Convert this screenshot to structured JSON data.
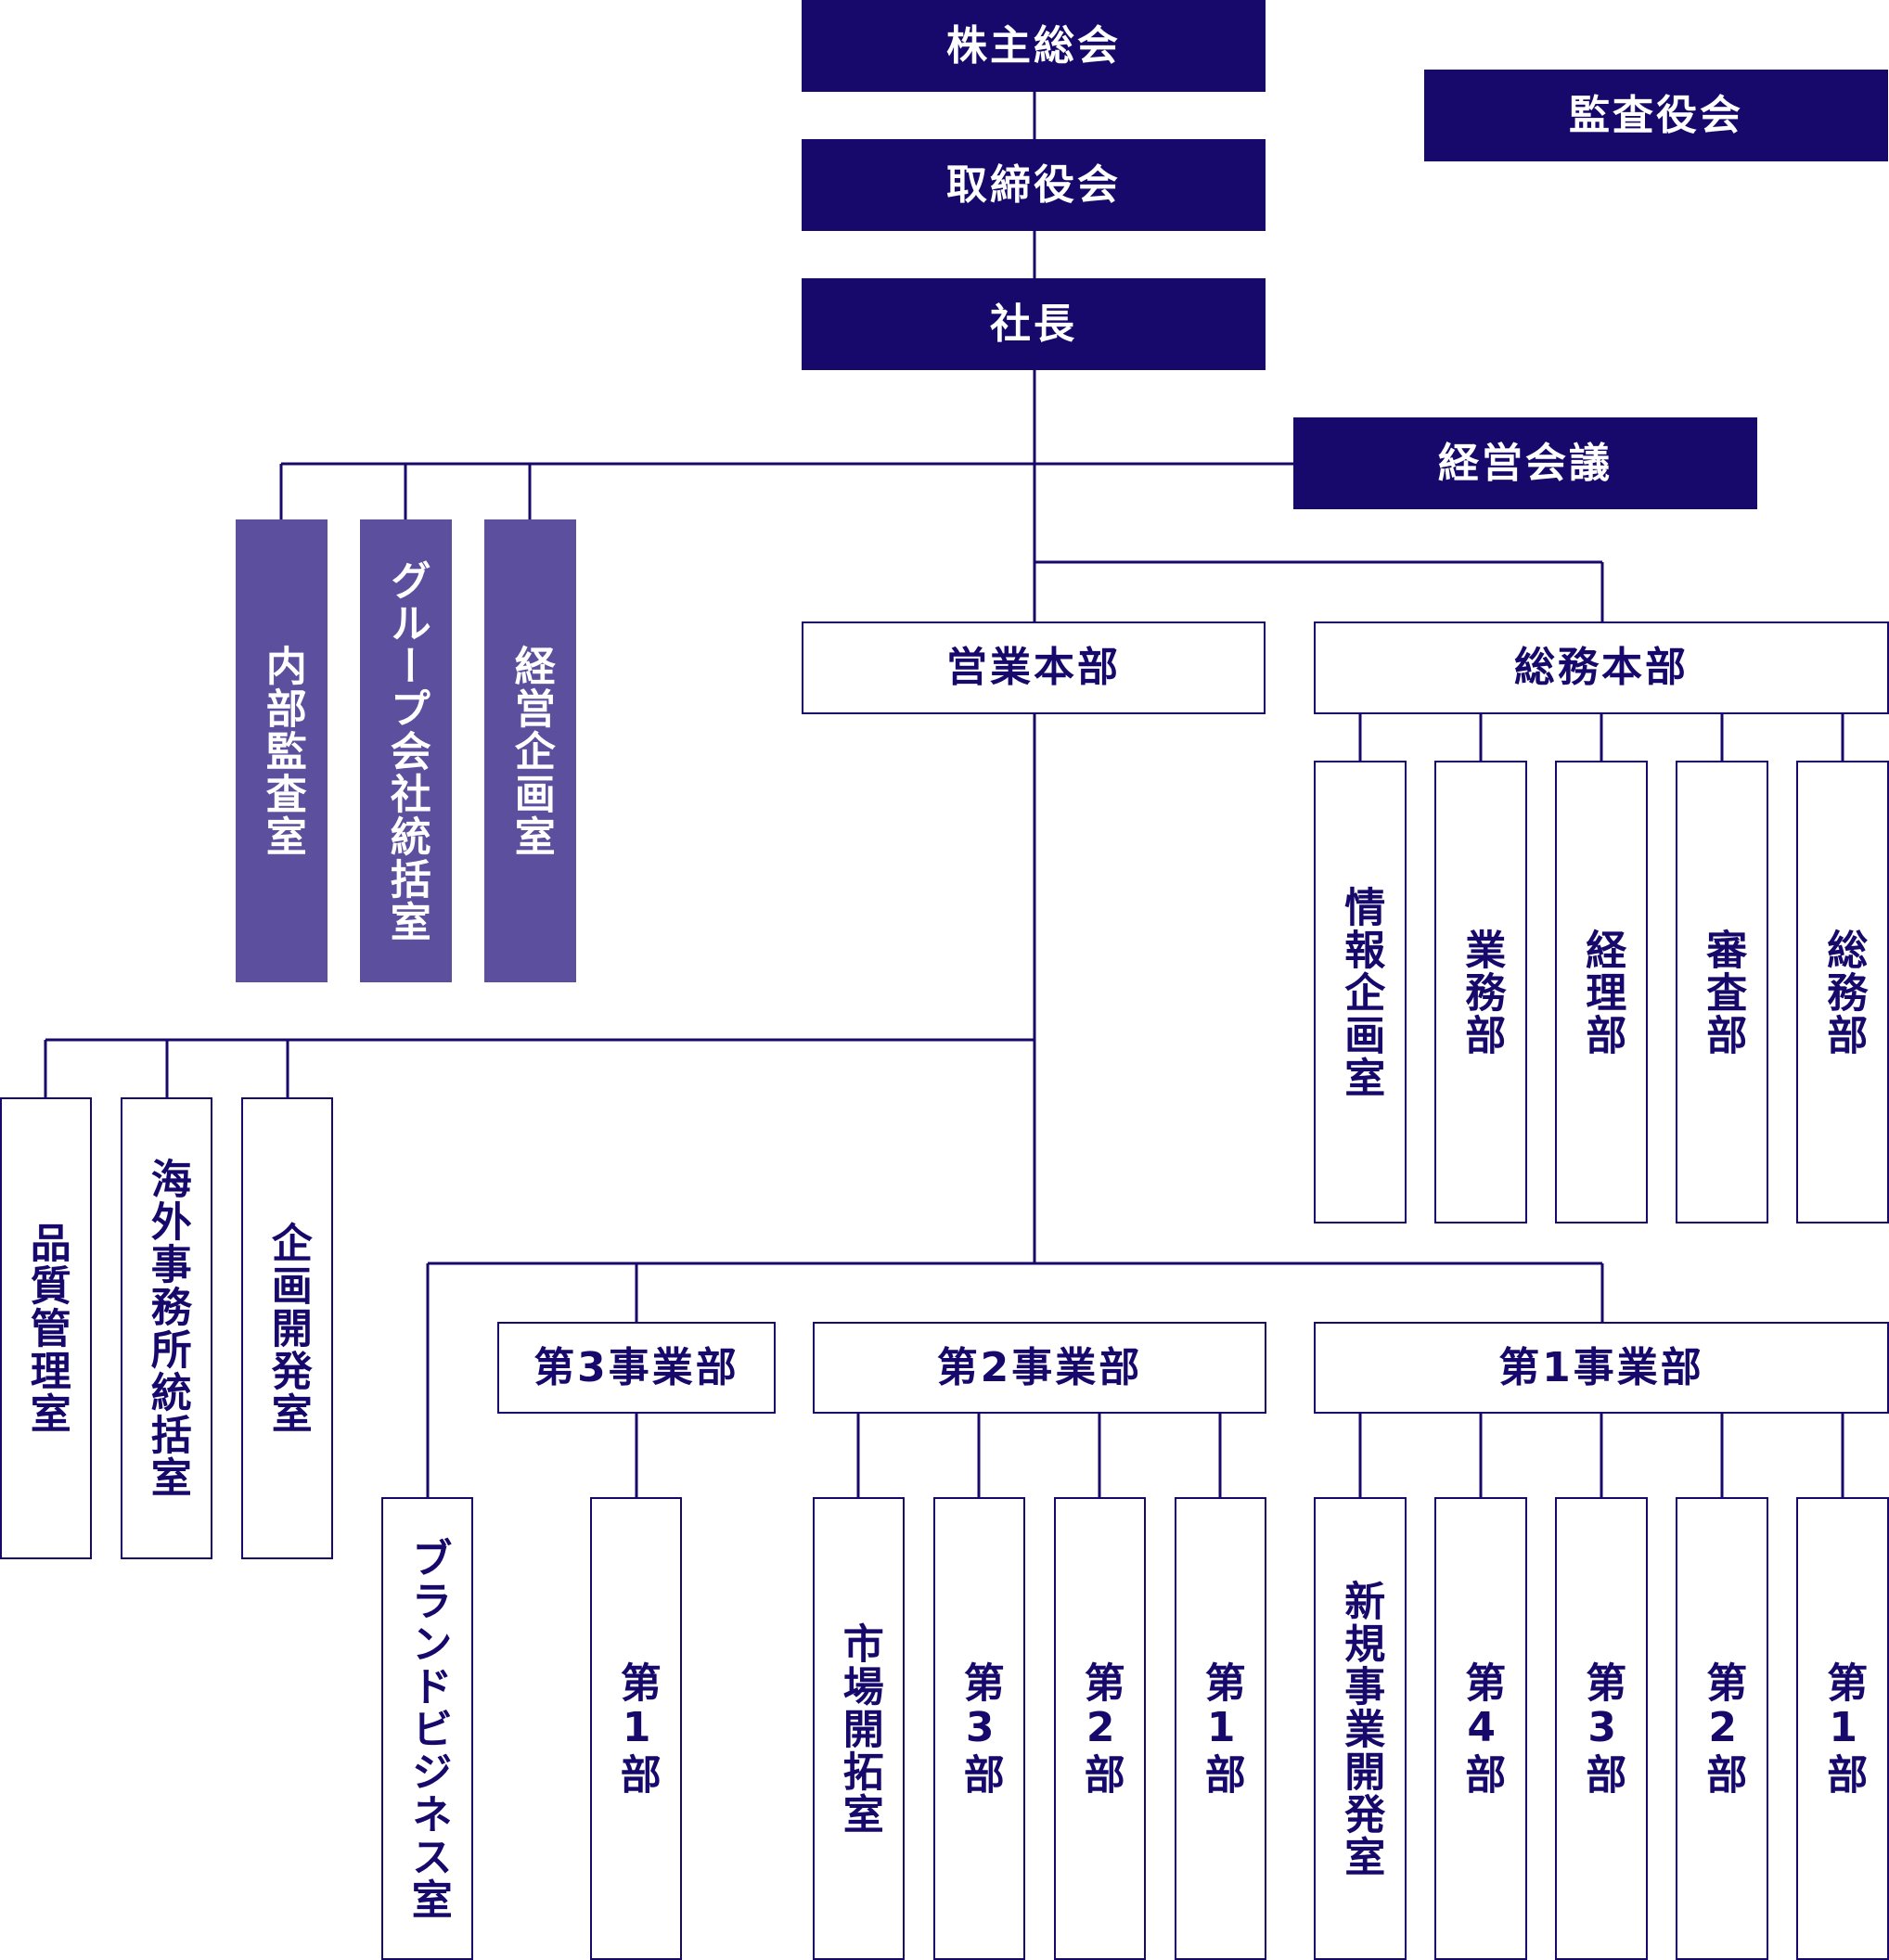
{
  "nodes": {
    "shareholders": "株主総会",
    "auditors": "監査役会",
    "board": "取締役会",
    "president": "社長",
    "mgmt_meeting": "経営会議",
    "internal_audit": "内部監査室",
    "group_companies": "グループ会社統括室",
    "corp_planning": "経営企画室",
    "sales_hq": "営業本部",
    "general_hq": "総務本部",
    "info_planning": "情報企画室",
    "operations": "業務部",
    "accounting": "経理部",
    "review": "審査部",
    "general_affairs": "総務部",
    "quality": "品質管理室",
    "overseas": "海外事務所統括室",
    "planning_dev": "企画開発室",
    "brand": "ブランドビジネス室",
    "div3": "第3事業部",
    "div2": "第2事業部",
    "div1": "第1事業部",
    "div3_sec1": "第1部",
    "div2_market": "市場開拓室",
    "div2_sec3": "第3部",
    "div2_sec2": "第2部",
    "div2_sec1": "第1部",
    "div1_newbiz": "新規事業開発室",
    "div1_sec4": "第4部",
    "div1_sec3": "第3部",
    "div1_sec2": "第2部",
    "div1_sec1": "第1部"
  },
  "colors": {
    "dark": "#17086b",
    "mid": "#5b4f9e",
    "light_bg": "#ffffff"
  }
}
